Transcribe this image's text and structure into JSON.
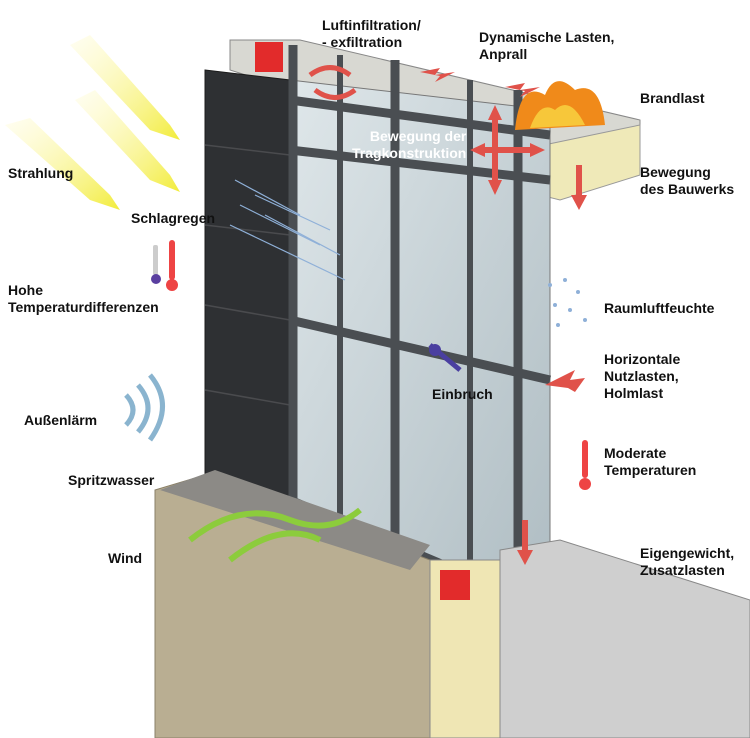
{
  "labels": {
    "luftinfiltration": "Luftinfiltration/\n- exfiltration",
    "dynamische_lasten": "Dynamische Lasten,\nAnprall",
    "brandlast": "Brandlast",
    "strahlung": "Strahlung",
    "bewegung_tragkonstruktion": "Bewegung der\nTragkonstruktion",
    "bewegung_bauwerk": "Bewegung\ndes Bauwerks",
    "schlagregen": "Schlagregen",
    "temperaturdifferenzen": "Hohe\nTemperaturdifferenzen",
    "raumluftfeuchte": "Raumluftfeuchte",
    "horizontale_nutzlasten": "Horizontale\nNutzlasten,\nHolmlast",
    "einbruch": "Einbruch",
    "aussenlaerm": "Außenlärm",
    "moderate_temperaturen": "Moderate\nTemperaturen",
    "spritzwasser": "Spritzwasser",
    "wind": "Wind",
    "eigengewicht": "Eigengewicht,\nZusatzlasten"
  },
  "colors": {
    "arrow": "#e0524a",
    "frame": "#4a4e52",
    "glass": "#c9d6dc",
    "wall": "#2e3033",
    "concrete": "#b9ae92",
    "sun": "#f2ec5a",
    "rain": "#6a8fc4",
    "sound": "#8ab4cf",
    "wind": "#8ccc3c"
  }
}
